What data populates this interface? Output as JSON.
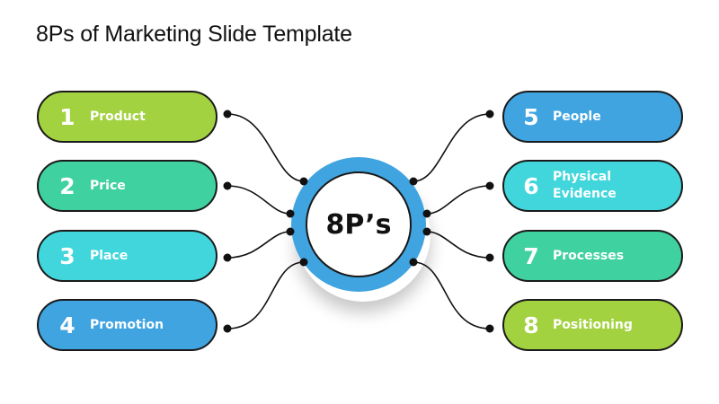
{
  "slide": {
    "title": "8Ps of Marketing Slide Template"
  },
  "hub": {
    "label": "8P’s",
    "ring_color": "#3fa4e0"
  },
  "colors": {
    "green": "#a2d23f",
    "teal": "#40d1a0",
    "cyan": "#41d6dc",
    "blue": "#3fa4e0",
    "outline": "#1a1a1a"
  },
  "left_items": [
    {
      "number": "1",
      "label": "Product",
      "color": "#a2d23f"
    },
    {
      "number": "2",
      "label": "Price",
      "color": "#40d1a0"
    },
    {
      "number": "3",
      "label": "Place",
      "color": "#41d6dc"
    },
    {
      "number": "4",
      "label": "Promotion",
      "color": "#3fa4e0"
    }
  ],
  "right_items": [
    {
      "number": "5",
      "label": "People",
      "color": "#3fa4e0"
    },
    {
      "number": "6",
      "label": "Physical Evidence",
      "label_line1": "Physical",
      "label_line2": "Evidence",
      "color": "#41d6dc"
    },
    {
      "number": "7",
      "label": "Processes",
      "color": "#40d1a0"
    },
    {
      "number": "8",
      "label": "Positioning",
      "color": "#a2d23f"
    }
  ]
}
